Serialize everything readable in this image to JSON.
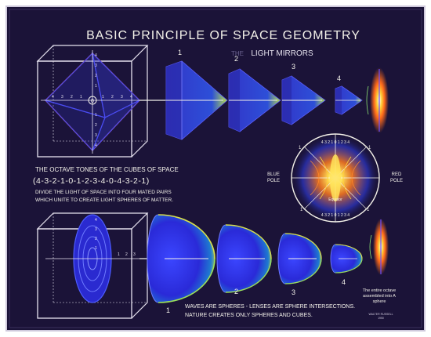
{
  "diagram": {
    "title": "BASIC PRINCIPLE OF SPACE GEOMETRY",
    "subtitle_faint": "THE",
    "subtitle": "LIGHT MIRRORS",
    "top_numbers": [
      "1",
      "2",
      "3",
      "4"
    ],
    "cube_top": {
      "center": "0",
      "left_axis": [
        "4",
        "3",
        "2",
        "1"
      ],
      "right_axis": [
        "1",
        "2",
        "3",
        "4"
      ],
      "up_axis": [
        "4",
        "3",
        "2",
        "1"
      ],
      "down_axis": [
        "1",
        "2",
        "3",
        "4"
      ]
    },
    "octave_title": "THE OCTAVE TONES OF THE CUBES OF SPACE",
    "octave_sequence": "(4-3-2-1-0-1-2-3-4-0-4-3-2-1)",
    "divide_line1": "DIVIDE THE LIGHT OF SPACE INTO FOUR MATED PAIRS",
    "divide_line2": "WHICH UNITE TO CREATE LIGHT SPHERES OF MATTER.",
    "wheel": {
      "top_label": "4 3 2 1 0 1 2 3 4",
      "bottom_label": "4 3 2 1 0 1 2 3 4",
      "left_pole": [
        "BLUE",
        "POLE"
      ],
      "right_pole": [
        "RED",
        "POLE"
      ],
      "equator": "Equator",
      "corner_left": "1",
      "corner_right": "1",
      "corner_bottom_left": "1",
      "corner_bottom_right": "1"
    },
    "cube_bottom": {
      "axis_numbers": [
        "1",
        "2",
        "3",
        "4"
      ],
      "right_numbers": [
        "1",
        "2",
        "3"
      ]
    },
    "bottom_numbers": [
      "1",
      "2",
      "3",
      "4"
    ],
    "entire_octave": [
      "The entire octave",
      "assembled into A",
      "sphere"
    ],
    "waves_line1": "WAVES ARE SPHERES - LENSES ARE SPHERE INTERSECTIONS.",
    "waves_line2": "NATURE CREATES ONLY SPHERES AND CUBES.",
    "signature": [
      "WALTER RUSSELL",
      "1950"
    ]
  },
  "colors": {
    "board": "#1b1338",
    "frame": "#e8e4f0",
    "chalk": "#f4f2ea",
    "blue": "#3d3fd8",
    "deep_blue": "#2a2aa8",
    "red": "#d8452b",
    "yellow": "#e8e050",
    "green": "#8adf70",
    "orange": "#ff9f1f"
  }
}
